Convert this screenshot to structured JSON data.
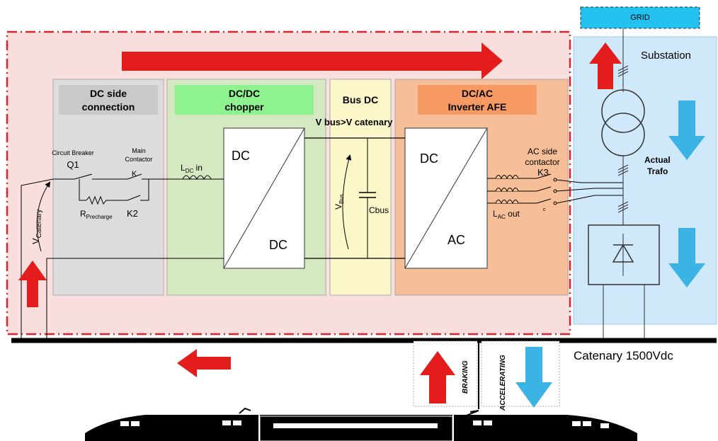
{
  "grid": {
    "label": "GRID"
  },
  "substation": {
    "label": "Substation",
    "trafo_line1": "Actual",
    "trafo_line2": "Trafo"
  },
  "dc_side": {
    "title_line1": "DC side",
    "title_line2": "connection",
    "circuit_breaker_label": "Circuit Breaker",
    "q1": "Q1",
    "main_contactor_line1": "Main",
    "main_contactor_line2": "Contactor",
    "r_main": "R",
    "r_sub": "Precharge",
    "k2": "K2",
    "v_main": "V",
    "v_sub": "Catenary"
  },
  "chopper": {
    "title_line1": "DC/DC",
    "title_line2": "chopper",
    "l_main": "L",
    "l_sub": "DC",
    "l_suffix": " in",
    "box_top": "DC",
    "box_bottom": "DC"
  },
  "bus": {
    "title": "Bus DC",
    "condition": "V bus>V catenary",
    "v_main": "V",
    "v_sub": "Bus",
    "cap": "Cbus"
  },
  "inverter": {
    "title_line1": "DC/AC",
    "title_line2": "Inverter AFE",
    "box_top": "DC",
    "box_bottom": "AC",
    "ac_contactor_line1": "AC side",
    "ac_contactor_line2": "contactor",
    "k3": "K3",
    "l_main": "L",
    "l_sub": "AC",
    "l_suffix": " out",
    "c_mark": "c"
  },
  "catenary": {
    "label": "Catenary 1500Vdc"
  },
  "modes": {
    "braking": "BRAKING",
    "accelerating": "ACCELERATING"
  },
  "colors": {
    "pink_bg": "#f9dede",
    "red_dash": "#d9262c",
    "grey_block": "#dcdcdc",
    "green_block": "#d4e8c2",
    "green_title": "#8ef28e",
    "yellow_block": "#fbf7c8",
    "orange_block": "#f6bf97",
    "orange_title": "#f79a63",
    "blue_sub": "#cfe9fb",
    "grid_blue": "#22c1ef",
    "arrow_red": "#e41c1c",
    "arrow_blue": "#3bb4e5"
  }
}
